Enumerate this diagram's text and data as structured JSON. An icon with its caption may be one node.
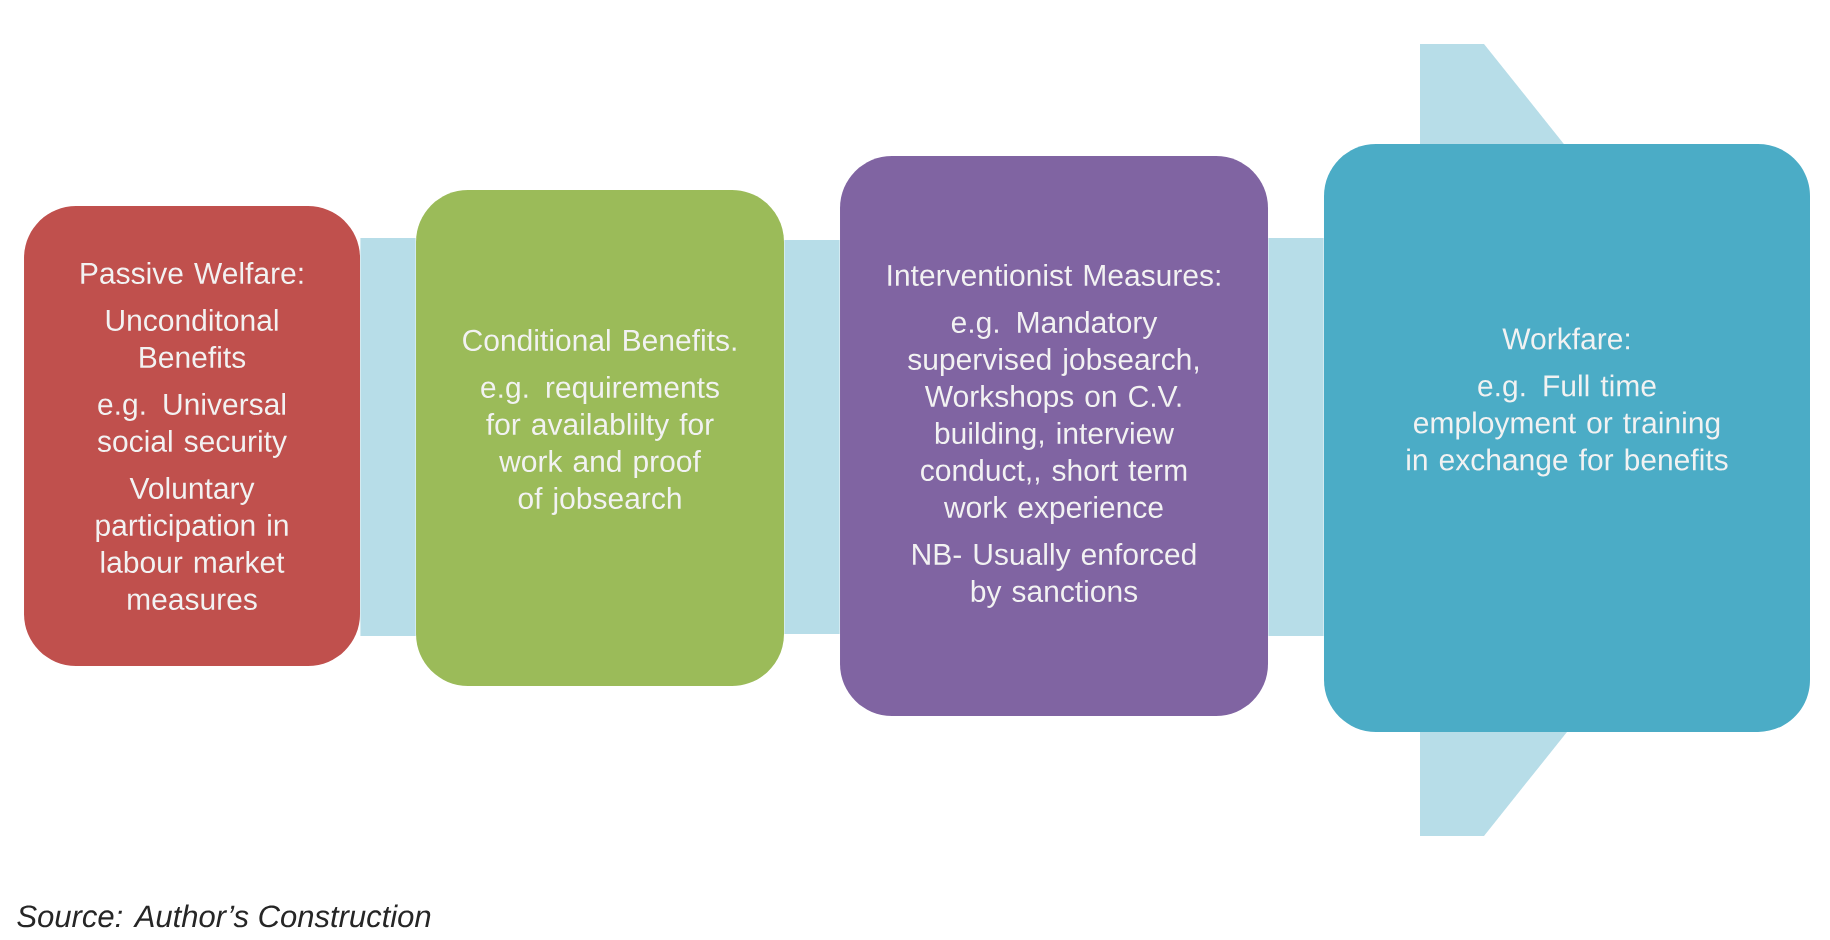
{
  "diagram": {
    "caption": "Source: Author’s Construction",
    "nodes": [
      {
        "text": [
          "Passive Welfare:",
          "Unconditonal Benefits",
          "e.g. Universal social security",
          "Voluntary participation in labour market measures"
        ]
      },
      {
        "text": [
          "Conditional Benefits.",
          "e.g. requirements for availablilty for work and proof of jobsearch"
        ]
      },
      {
        "text": [
          "Interventionist Measures:",
          "e.g. Mandatory supervised jobsearch, Workshops on C.V. building, interview conduct,, short term work experience",
          "NB- Usually enforced by sanctions"
        ]
      },
      {
        "text": [
          "Workfare:",
          "e.g. Full time employment or training in exchange for benefits"
        ]
      }
    ],
    "edges": [
      {
        "from": 0,
        "to": 1,
        "arrow": "none"
      },
      {
        "from": 1,
        "to": 2,
        "arrow": "none"
      },
      {
        "from": 2,
        "to": 3,
        "arrow": "none"
      }
    ]
  }
}
